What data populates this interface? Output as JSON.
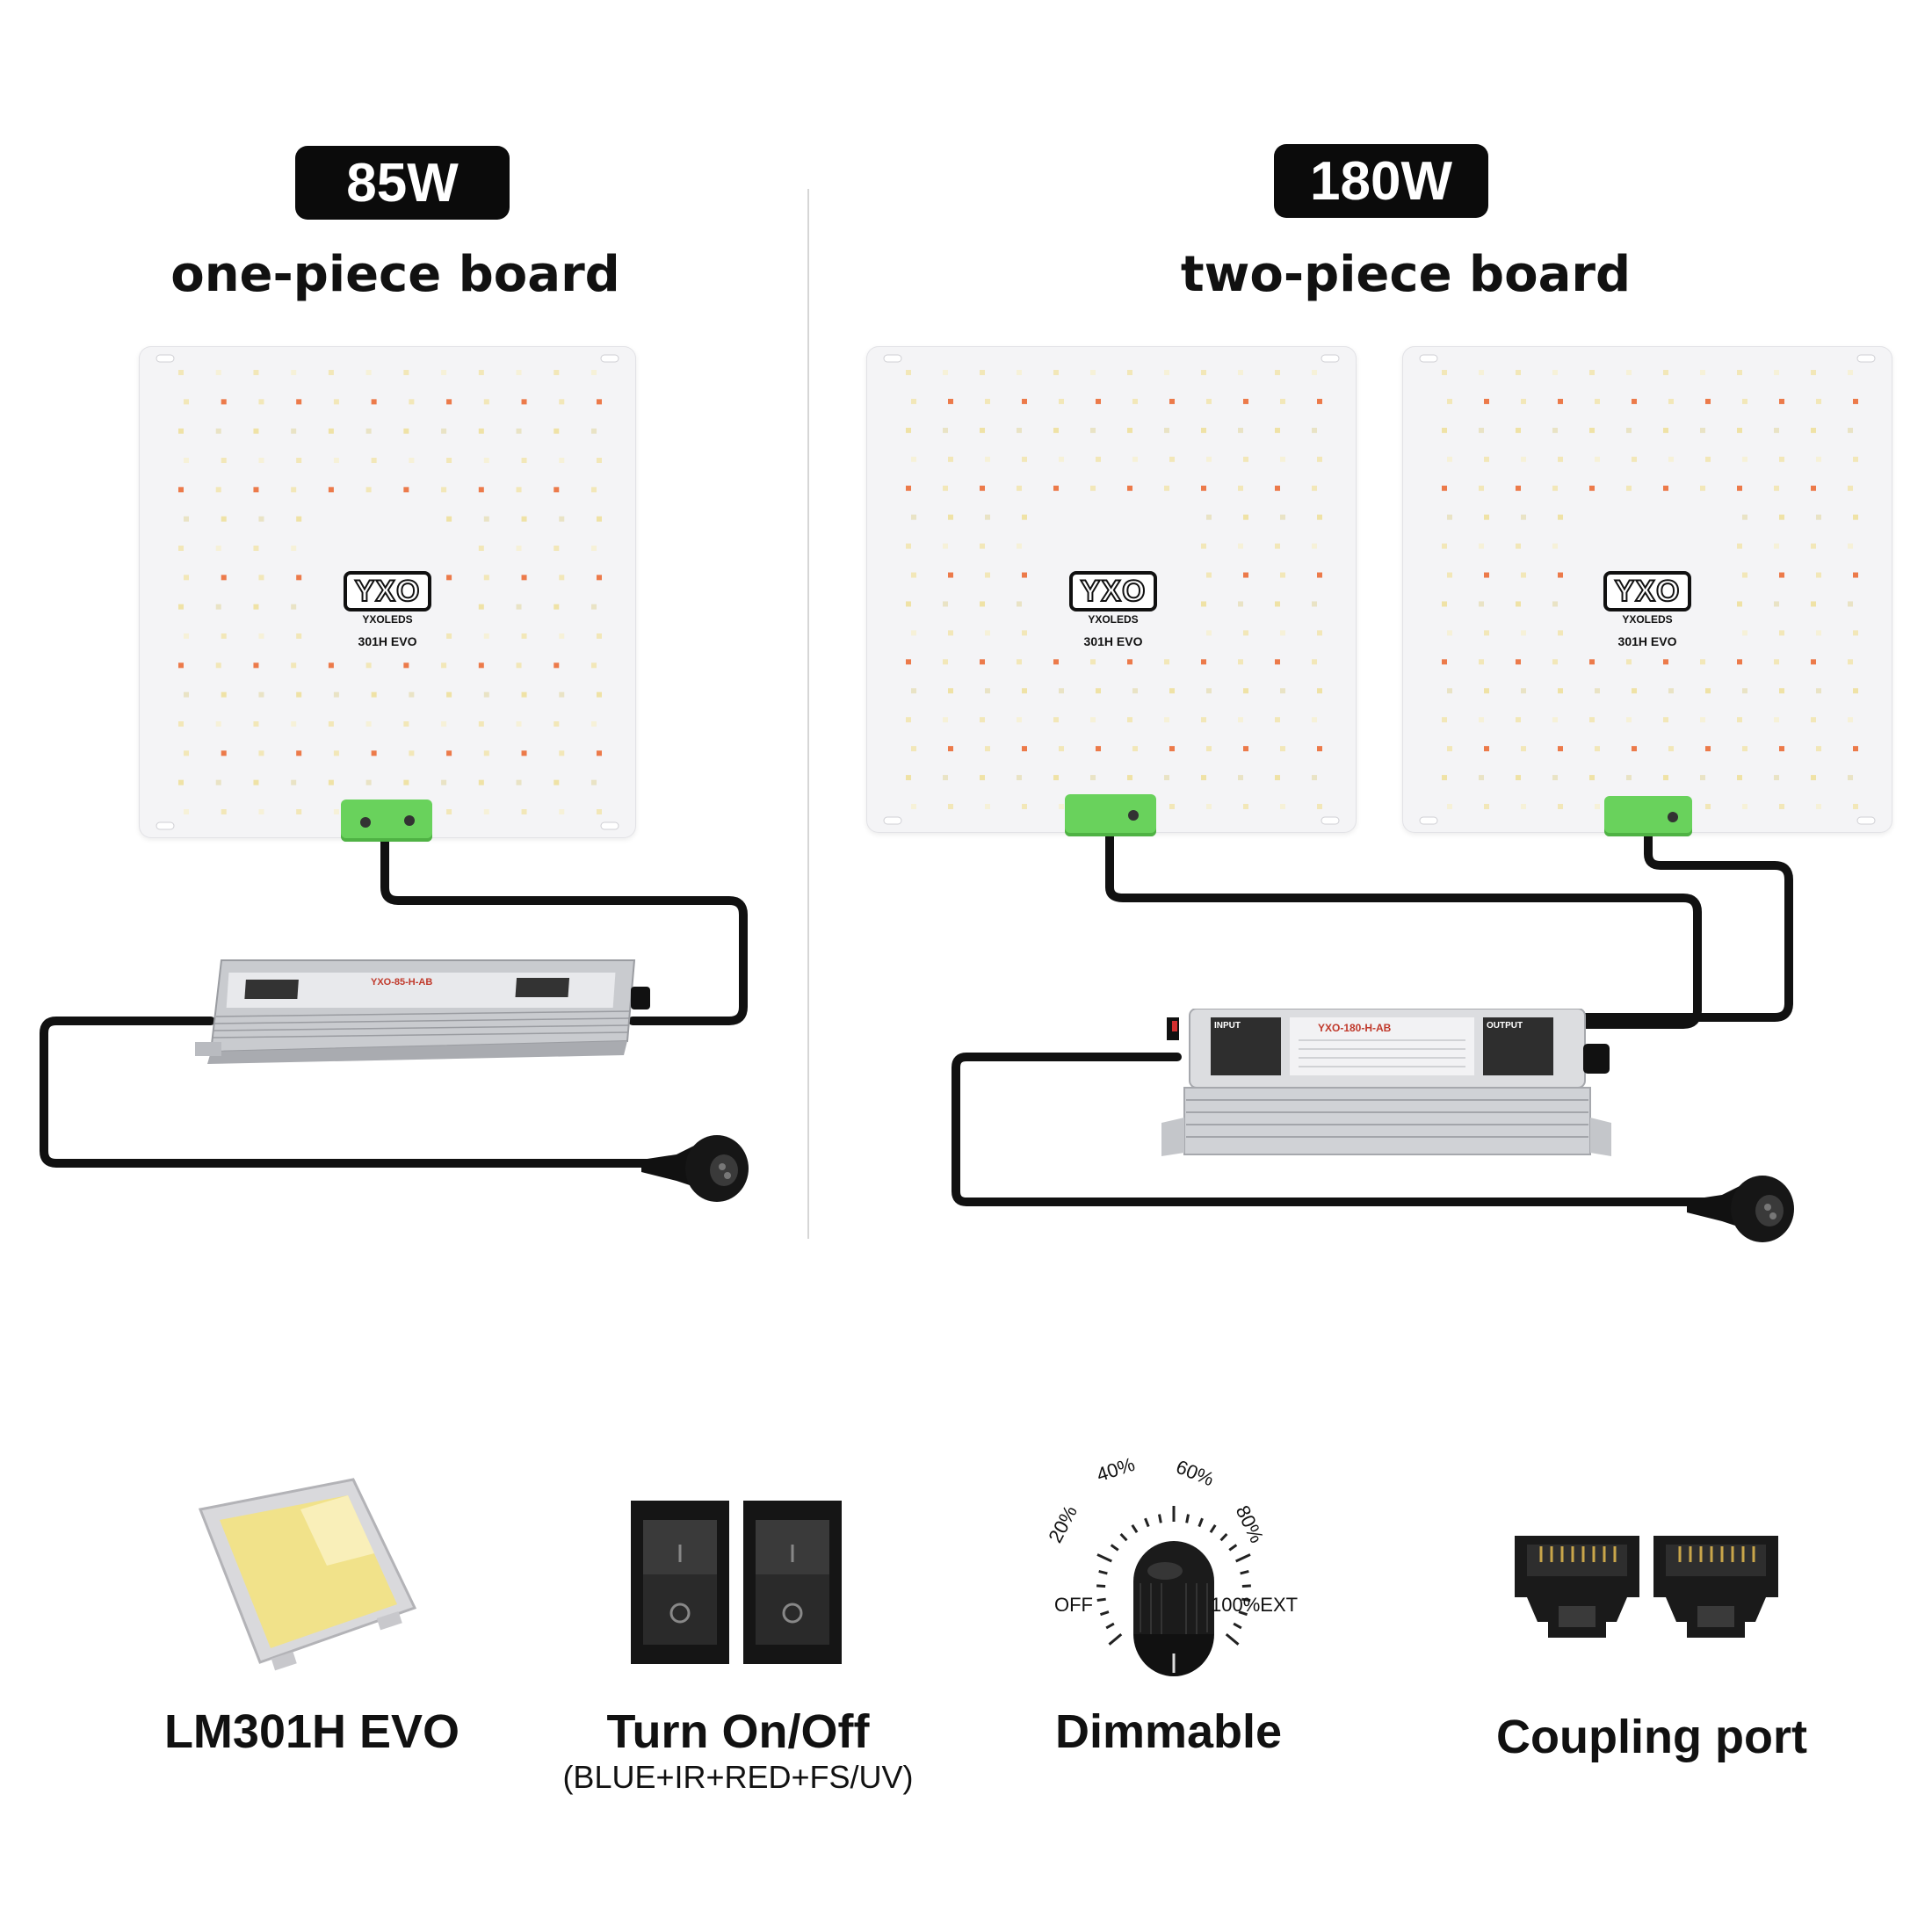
{
  "left": {
    "badge": "85W",
    "heading": "one-piece board",
    "boards": [
      {
        "logo": "YXO",
        "brand": "YXOLEDS",
        "model": "301H EVO"
      }
    ],
    "driver_label": "YXO-85-H-AB"
  },
  "right": {
    "badge": "180W",
    "heading": "two-piece board",
    "boards": [
      {
        "logo": "YXO",
        "brand": "YXOLEDS",
        "model": "301H EVO"
      },
      {
        "logo": "YXO",
        "brand": "YXOLEDS",
        "model": "301H EVO"
      }
    ],
    "driver": {
      "model": "YXO-180-H-AB",
      "input_label": "INPUT",
      "output_label": "OUTPUT"
    }
  },
  "features": [
    {
      "label": "LM301H EVO",
      "icon": "led-chip-icon"
    },
    {
      "label": "Turn On/Off",
      "sub": "(BLUE+IR+RED+FS/UV)",
      "icon": "rocker-switch-icon"
    },
    {
      "label": "Dimmable",
      "icon": "dimmer-knob-icon",
      "dial_labels": [
        "OFF",
        "20%",
        "40%",
        "60%",
        "80%",
        "100%EXT"
      ]
    },
    {
      "label": "Coupling port",
      "icon": "rj45-port-icon"
    }
  ],
  "colors": {
    "badge_bg": "#0b0b0b",
    "connector": "#69d25c",
    "cable": "#111111",
    "board": "#f4f4f6"
  }
}
